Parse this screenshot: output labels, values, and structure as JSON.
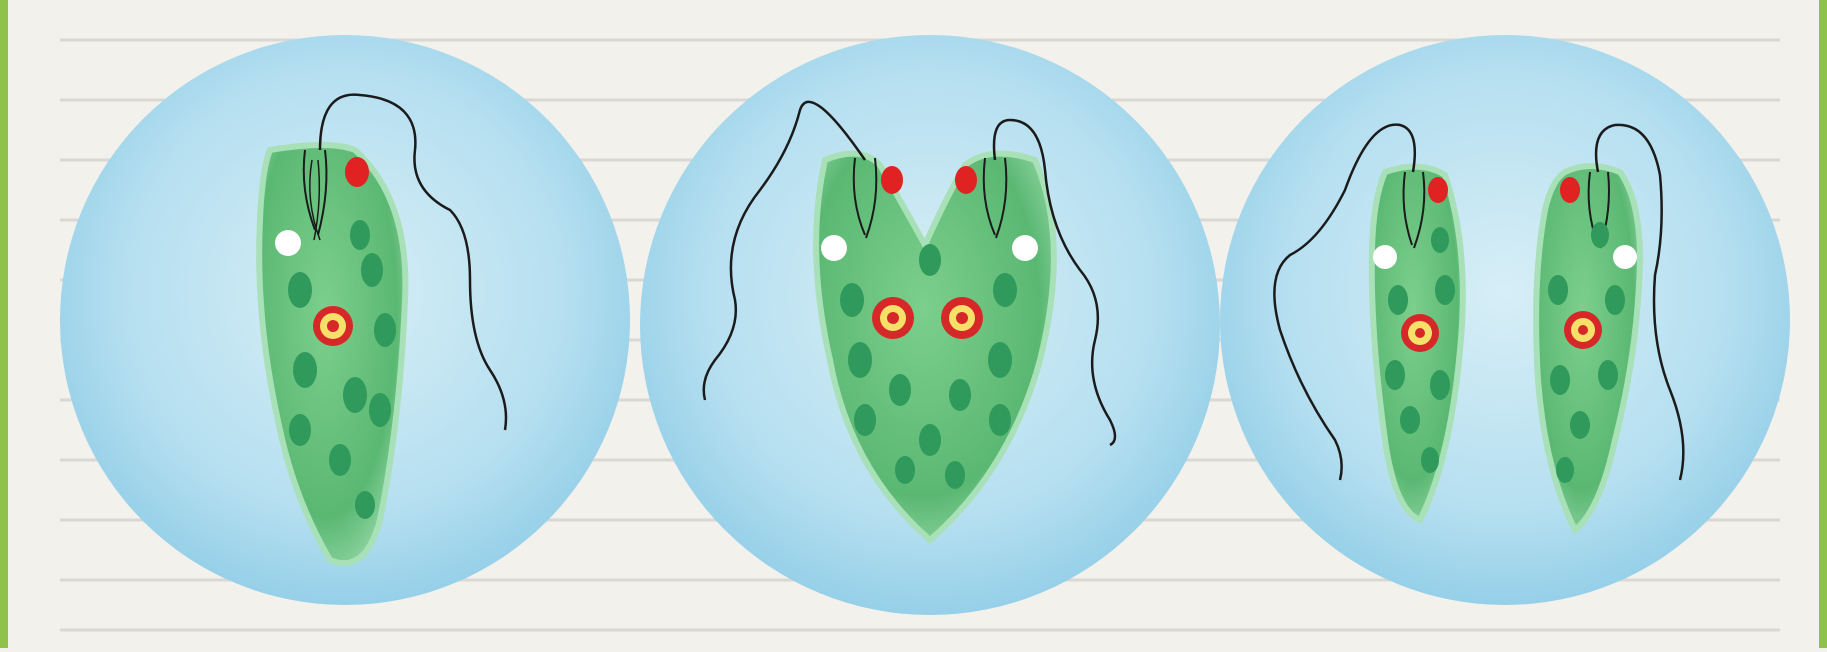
{
  "figure": {
    "description_visible_text": "",
    "panels": [
      {
        "id": "stage-1",
        "cells": 1
      },
      {
        "id": "stage-2",
        "cells": 2
      },
      {
        "id": "stage-3",
        "cells": 2
      }
    ]
  },
  "colors": {
    "circle_blue": "#9fd2e8",
    "circle_light": "#cfe9f3",
    "cell_green": "#5fbf7a",
    "cell_green_light": "#bfe7c5",
    "chloroplast": "#2f9a5b",
    "eyespot": "#e02222",
    "nucleus_ring": "#d62828",
    "nucleus_fill": "#f5e06a",
    "vacuole": "#ffffff",
    "flagellum": "#1b1b1b",
    "page_bg": "#f3f1ec",
    "border_green": "#8fc24a"
  }
}
